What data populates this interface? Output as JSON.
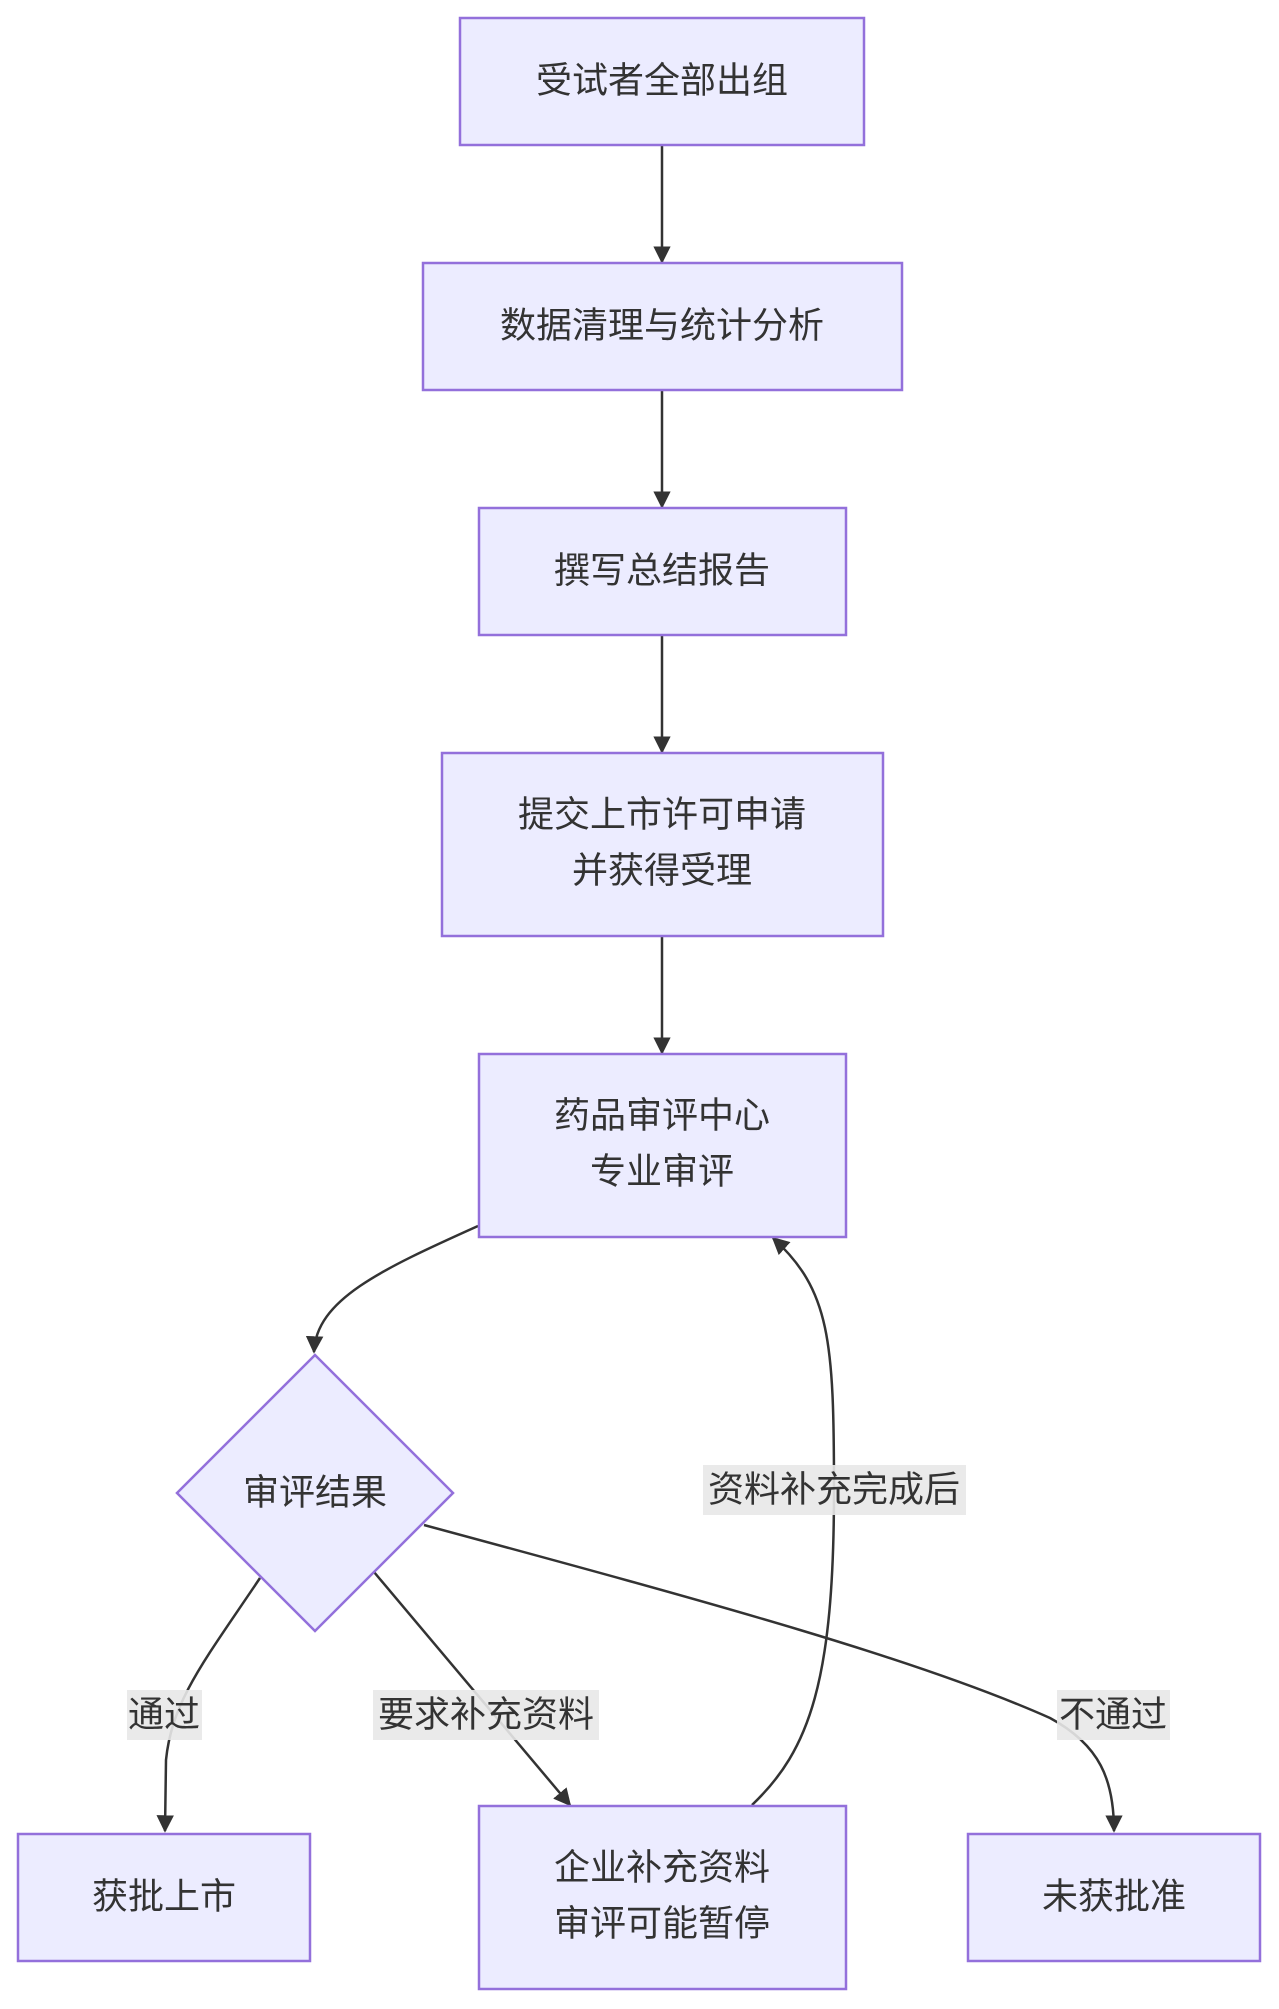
{
  "nodes": {
    "start": "受试者全部出组",
    "analysis": "数据清理与统计分析",
    "report": "撰写总结报告",
    "submit": [
      "提交上市许可申请",
      "并获得受理"
    ],
    "review": [
      "药品审评中心",
      "专业审评"
    ],
    "decision": "审评结果",
    "approved": "获批上市",
    "supplement": [
      "企业补充资料",
      "审评可能暂停"
    ],
    "rejected": "未获批准"
  },
  "edges": {
    "pass": "通过",
    "request": "要求补充资料",
    "fail": "不通过",
    "resubmit": "资料补充完成后"
  },
  "colors": {
    "node_fill": "#ececff",
    "node_stroke": "#9370db",
    "edge": "#333333",
    "label_bg": "#e8e8e8"
  }
}
